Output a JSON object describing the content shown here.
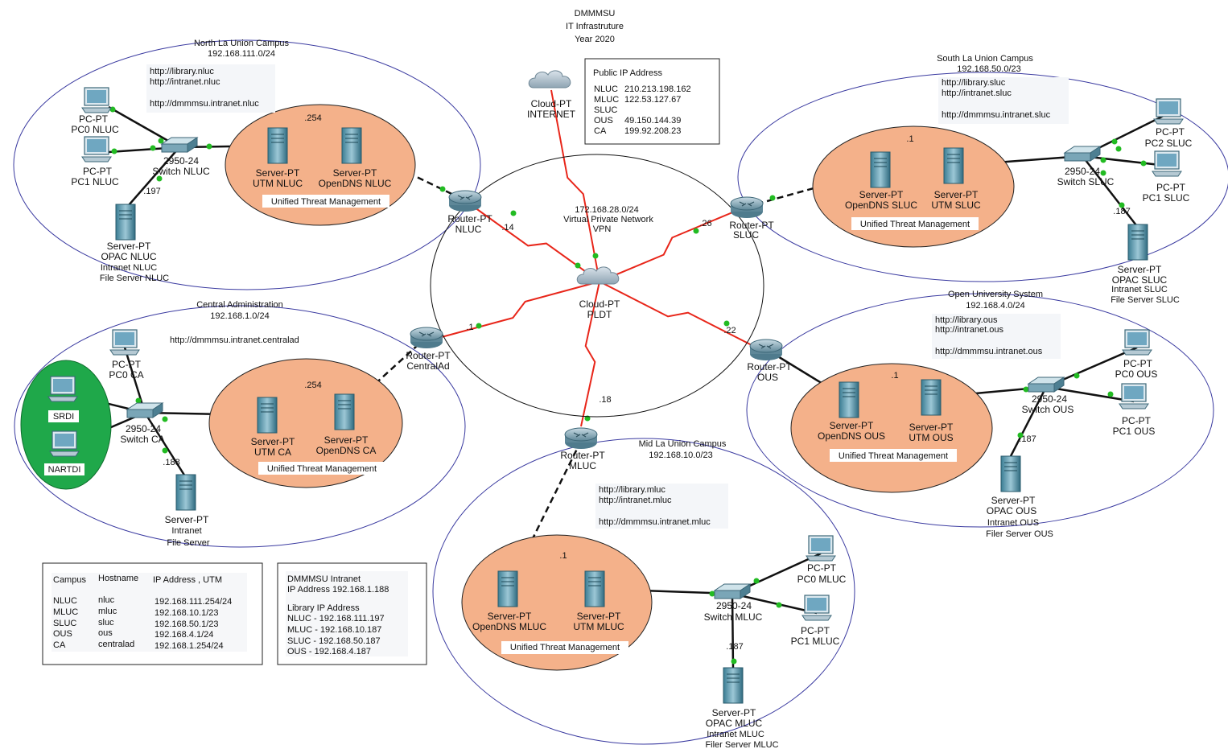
{
  "title": {
    "line1": "DMMMSU",
    "line2": "IT Infrastruture",
    "line3": "Year 2020"
  },
  "public_ip_box": {
    "header": "Public  IP Address",
    "rows": [
      {
        "campus": "NLUC",
        "ip": "210.213.198.162"
      },
      {
        "campus": "MLUC",
        "ip": "122.53.127.67"
      },
      {
        "campus": "SLUC",
        "ip": ""
      },
      {
        "campus": "OUS",
        "ip": "49.150.144.39"
      },
      {
        "campus": "CA",
        "ip": "199.92.208.23"
      }
    ]
  },
  "internet": {
    "l1": "Cloud-PT",
    "l2": "INTERNET"
  },
  "vpn": {
    "net": "172.168.28.0/24",
    "name": "Virtual Private Network",
    "abbr": "VPN"
  },
  "pldt": {
    "l1": "Cloud-PT",
    "l2": "PLDT"
  },
  "router_ips": {
    "nluc": ".14",
    "sluc": ".26",
    "ca": ".1",
    "ous": ".22",
    "mluc": ".18"
  },
  "routers": {
    "nluc": {
      "l1": "Router-PT",
      "l2": "NLUC"
    },
    "sluc": {
      "l1": "Router-PT",
      "l2": "SLUC"
    },
    "ca": {
      "l1": "Router-PT",
      "l2": "CentralAd"
    },
    "ous": {
      "l1": "Router-PT",
      "l2": "OUS"
    },
    "mluc": {
      "l1": "Router-PT",
      "l2": "MLUC"
    }
  },
  "nluc": {
    "name": "North La Union Campus",
    "net": "192.168.111.0/24",
    "urls": [
      "http://library.nluc",
      "http://intranet.nluc",
      "http://dmmmsu.intranet.nluc"
    ],
    "pc0": {
      "l1": "PC-PT",
      "l2": "PC0 NLUC"
    },
    "pc1": {
      "l1": "PC-PT",
      "l2": "PC1 NLUC"
    },
    "switch": {
      "l1": "2950-24",
      "l2": "Switch NLUC"
    },
    "srv_ip": ".197",
    "utm_ip": ".254",
    "utm": {
      "l1": "Server-PT",
      "l2": "UTM NLUC"
    },
    "dns": {
      "l1": "Server-PT",
      "l2": "OpenDNS NLUC"
    },
    "utm_label": "Unified Threat Management",
    "server": [
      "Server-PT",
      "OPAC NLUC",
      "Intranet NLUC",
      "File Server NLUC"
    ]
  },
  "sluc": {
    "name": "South La Union Campus",
    "net": "192.168.50.0/23",
    "urls": [
      "http://library.sluc",
      "http://intranet.sluc",
      "http://dmmmsu.intranet.sluc"
    ],
    "pc2": {
      "l1": "PC-PT",
      "l2": "PC2 SLUC"
    },
    "pc1": {
      "l1": "PC-PT",
      "l2": "PC1 SLUC"
    },
    "switch": {
      "l1": "2950-24",
      "l2": "Switch SLUC"
    },
    "srv_ip": ".187",
    "utm_ip": ".1",
    "dns": {
      "l1": "Server-PT",
      "l2": "OpenDNS SLUC"
    },
    "utm": {
      "l1": "Server-PT",
      "l2": "UTM SLUC"
    },
    "utm_label": "Unified Threat Management",
    "server": [
      "Server-PT",
      "OPAC SLUC",
      "Intranet SLUC",
      "File Server SLUC"
    ]
  },
  "ca": {
    "name": "Central Administration",
    "net": "192.168.1.0/24",
    "url": "http://dmmmsu.intranet.centralad",
    "pc0": {
      "l1": "PC-PT",
      "l2": "PC0 CA"
    },
    "srdi": "SRDI",
    "nartdi": "NARTDI",
    "switch": {
      "l1": "2950-24",
      "l2": "Switch CA"
    },
    "srv_ip": ".188",
    "utm_ip": ".254",
    "utm": {
      "l1": "Server-PT",
      "l2": "UTM CA"
    },
    "dns": {
      "l1": "Server-PT",
      "l2": "OpenDNS CA"
    },
    "utm_label": "Unified Threat Management",
    "server": [
      "Server-PT",
      "Intranet",
      "File Server"
    ]
  },
  "ous": {
    "name": "Open University System",
    "net": "192.168.4.0/24",
    "urls": [
      "http://library.ous",
      "http://intranet.ous",
      "http://dmmmsu.intranet.ous"
    ],
    "pc0": {
      "l1": "PC-PT",
      "l2": "PC0 OUS"
    },
    "pc1": {
      "l1": "PC-PT",
      "l2": "PC1 OUS"
    },
    "switch": {
      "l1": "2950-24",
      "l2": "Switch OUS"
    },
    "srv_ip": ".187",
    "utm_ip": ".1",
    "dns": {
      "l1": "Server-PT",
      "l2": "OpenDNS OUS"
    },
    "utm": {
      "l1": "Server-PT",
      "l2": "UTM OUS"
    },
    "utm_label": "Unified Threat Management",
    "server": [
      "Server-PT",
      "OPAC OUS",
      "Intranet OUS",
      "Filer Server OUS"
    ]
  },
  "mluc": {
    "name": "Mid La Union Campus",
    "net": "192.168.10.0/23",
    "urls": [
      "http://library.mluc",
      "http://intranet.mluc",
      "http://dmmmsu.intranet.mluc"
    ],
    "pc0": {
      "l1": "PC-PT",
      "l2": "PC0 MLUC"
    },
    "pc1": {
      "l1": "PC-PT",
      "l2": "PC1 MLUC"
    },
    "switch": {
      "l1": "2950-24",
      "l2": "Switch MLUC"
    },
    "srv_ip": ".187",
    "utm_ip": ".1",
    "dns": {
      "l1": "Server-PT",
      "l2": "OpenDNS MLUC"
    },
    "utm": {
      "l1": "Server-PT",
      "l2": "UTM MLUC"
    },
    "utm_label": "Unified Threat Management",
    "server": [
      "Server-PT",
      "OPAC MLUC",
      "Intranet MLUC",
      "Filer Server MLUC"
    ]
  },
  "hosts_table": {
    "headers": [
      "Campus",
      "Hostname",
      "IP Address , UTM"
    ],
    "rows": [
      [
        "NLUC",
        "nluc",
        "192.168.111.254/24"
      ],
      [
        "MLUC",
        "mluc",
        "192.168.10.1/23"
      ],
      [
        "SLUC",
        "sluc",
        "192.168.50.1/23"
      ],
      [
        "OUS",
        "ous",
        "192.168.4.1/24"
      ],
      [
        "CA",
        "centralad",
        "192.168.1.254/24"
      ]
    ]
  },
  "intranet_box": {
    "title": "DMMMSU Intranet",
    "ip": "IP Address  192.168.1.188",
    "lib_title": "Library IP Address",
    "rows": [
      "NLUC - 192.168.111.197",
      "MLUC - 192.168.10.187",
      "SLUC -  192.168.50.187",
      "OUS - 192.168.4.187"
    ]
  },
  "colors": {
    "wan_link": "#e8261a",
    "link_dot": "#22bb22",
    "utm_zone": "#f4b18a",
    "green_zone": "#1fa84a",
    "campus_ring": "#3a3aa0"
  }
}
